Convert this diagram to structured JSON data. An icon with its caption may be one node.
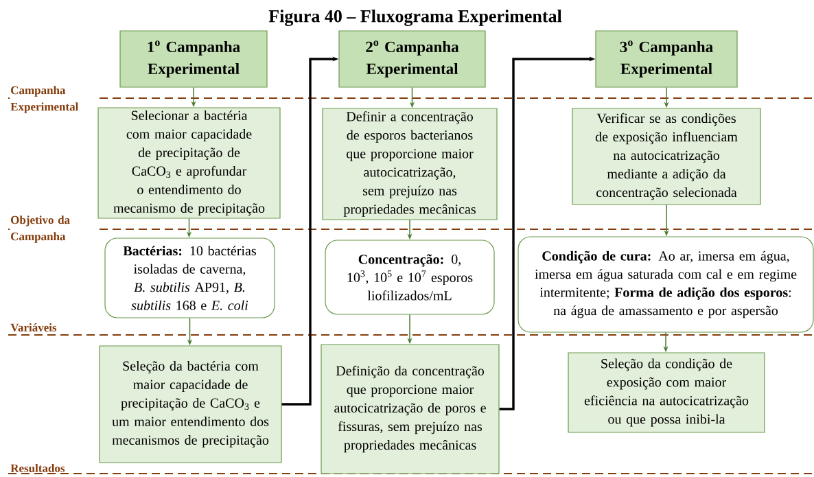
{
  "diagram": {
    "title": "Figura 40 – Fluxograma Experimental",
    "nodes": [
      {
        "text": [
          "1$^{o}$ Campanha Experimental"
        ]
      },
      {
        "text": [
          "Selecionar a bactéria com maior capacidade de precipitação de CaCO$_{3}$ e aprofundar o entendimento do mecanismo de precipitação"
        ]
      },
      {
        "text": [
          "**Bactérias:** 10 bactérias isoladas de caverna, *B. subtilis* AP91, *B. subtilis* 168 e *E. coli*"
        ]
      },
      {
        "text": [
          "Seleção da bactéria com maior capacidade de precipitação de CaCO$_{3}$ e um maior entendimento dos mecanismos de precipitação"
        ]
      },
      {
        "text": [
          "2$^{o}$ Campanha Experimental"
        ]
      },
      {
        "text": [
          "Definir a concentração de esporos bacterianos que proporcione maior autocicatrização, sem prejuízo nas propriedades mecânicas"
        ]
      },
      {
        "text": [
          "**Concentração:** 0, 10$^{3}$, 10$^{5}$ e 10$^{7}$ esporos liofilizados/mL"
        ]
      },
      {
        "text": [
          "Definição da concentração que proporcione maior autocicatrização de poros e fissuras, sem prejuízo nas propriedades mecânicas"
        ]
      },
      {
        "text": [
          "3$^{o}$ Campanha Experimental"
        ]
      },
      {
        "text": [
          "Verificar se as condições de exposição influenciam na autocicatrização mediante a adição da concentração selecionada"
        ]
      },
      {
        "text": [
          "**Condição de cura:** Ao ar, imersa em água, imersa em água saturada com cal e em regime intermitente; **Forma de adição dos esporos**: na água de amassamento e por aspersão"
        ]
      },
      {
        "text": [
          "Seleção da condição de exposição com maior eficiência na autocicatrização ou que possa inibi-la"
        ]
      }
    ],
    "edges": [
      {
        "from": 0,
        "to": 1,
        "arrow": "to"
      },
      {
        "from": 1,
        "to": 2,
        "arrow": "to"
      },
      {
        "from": 2,
        "to": 3,
        "arrow": "to"
      },
      {
        "from": 3,
        "to": 4,
        "arrow": "to",
        "style": "thick",
        "color": "#000000"
      },
      {
        "from": 4,
        "to": 5,
        "arrow": "to"
      },
      {
        "from": 5,
        "to": 6,
        "arrow": "to"
      },
      {
        "from": 6,
        "to": 7,
        "arrow": "to"
      },
      {
        "from": 7,
        "to": 8,
        "arrow": "to",
        "style": "thick",
        "color": "#000000"
      },
      {
        "from": 8,
        "to": 9,
        "arrow": "to"
      },
      {
        "from": 9,
        "to": 10,
        "arrow": "to"
      },
      {
        "from": 10,
        "to": 11,
        "arrow": "to"
      }
    ],
    "labels": [
      "Campanha Experimental",
      "Objetivo da Campanha",
      "Variáveis",
      "Resultados"
    ]
  }
}
